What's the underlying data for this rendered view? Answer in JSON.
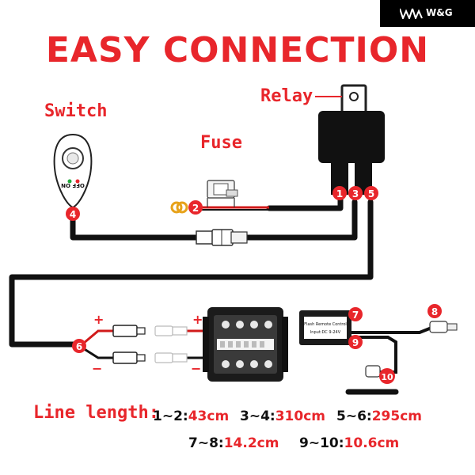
{
  "brand": {
    "logo_icon": "wg-logo-icon",
    "name": "W&G"
  },
  "title": "EASY CONNECTION",
  "labels": {
    "switch": "Switch",
    "fuse": "Fuse",
    "relay": "Relay",
    "switch_text": "OFF ON",
    "remote_line1": "Flash Remote Control",
    "remote_line2": "Input:DC 9-24V"
  },
  "markers": [
    "1",
    "2",
    "3",
    "4",
    "5",
    "6",
    "7",
    "8",
    "9",
    "10"
  ],
  "polarity": {
    "plus": "+",
    "minus": "−"
  },
  "line_length": {
    "title": "Line length:",
    "items": [
      {
        "key": "1~2:",
        "value": "43cm"
      },
      {
        "key": "3~4:",
        "value": "310cm"
      },
      {
        "key": "5~6:",
        "value": "295cm"
      },
      {
        "key": "7~8:",
        "value": "14.2cm"
      },
      {
        "key": "9~10:",
        "value": "10.6cm"
      }
    ]
  },
  "colors": {
    "accent": "#e8262b",
    "wire": "#111111",
    "wire_red": "#d11a1a",
    "terminal": "#e7a21a"
  }
}
